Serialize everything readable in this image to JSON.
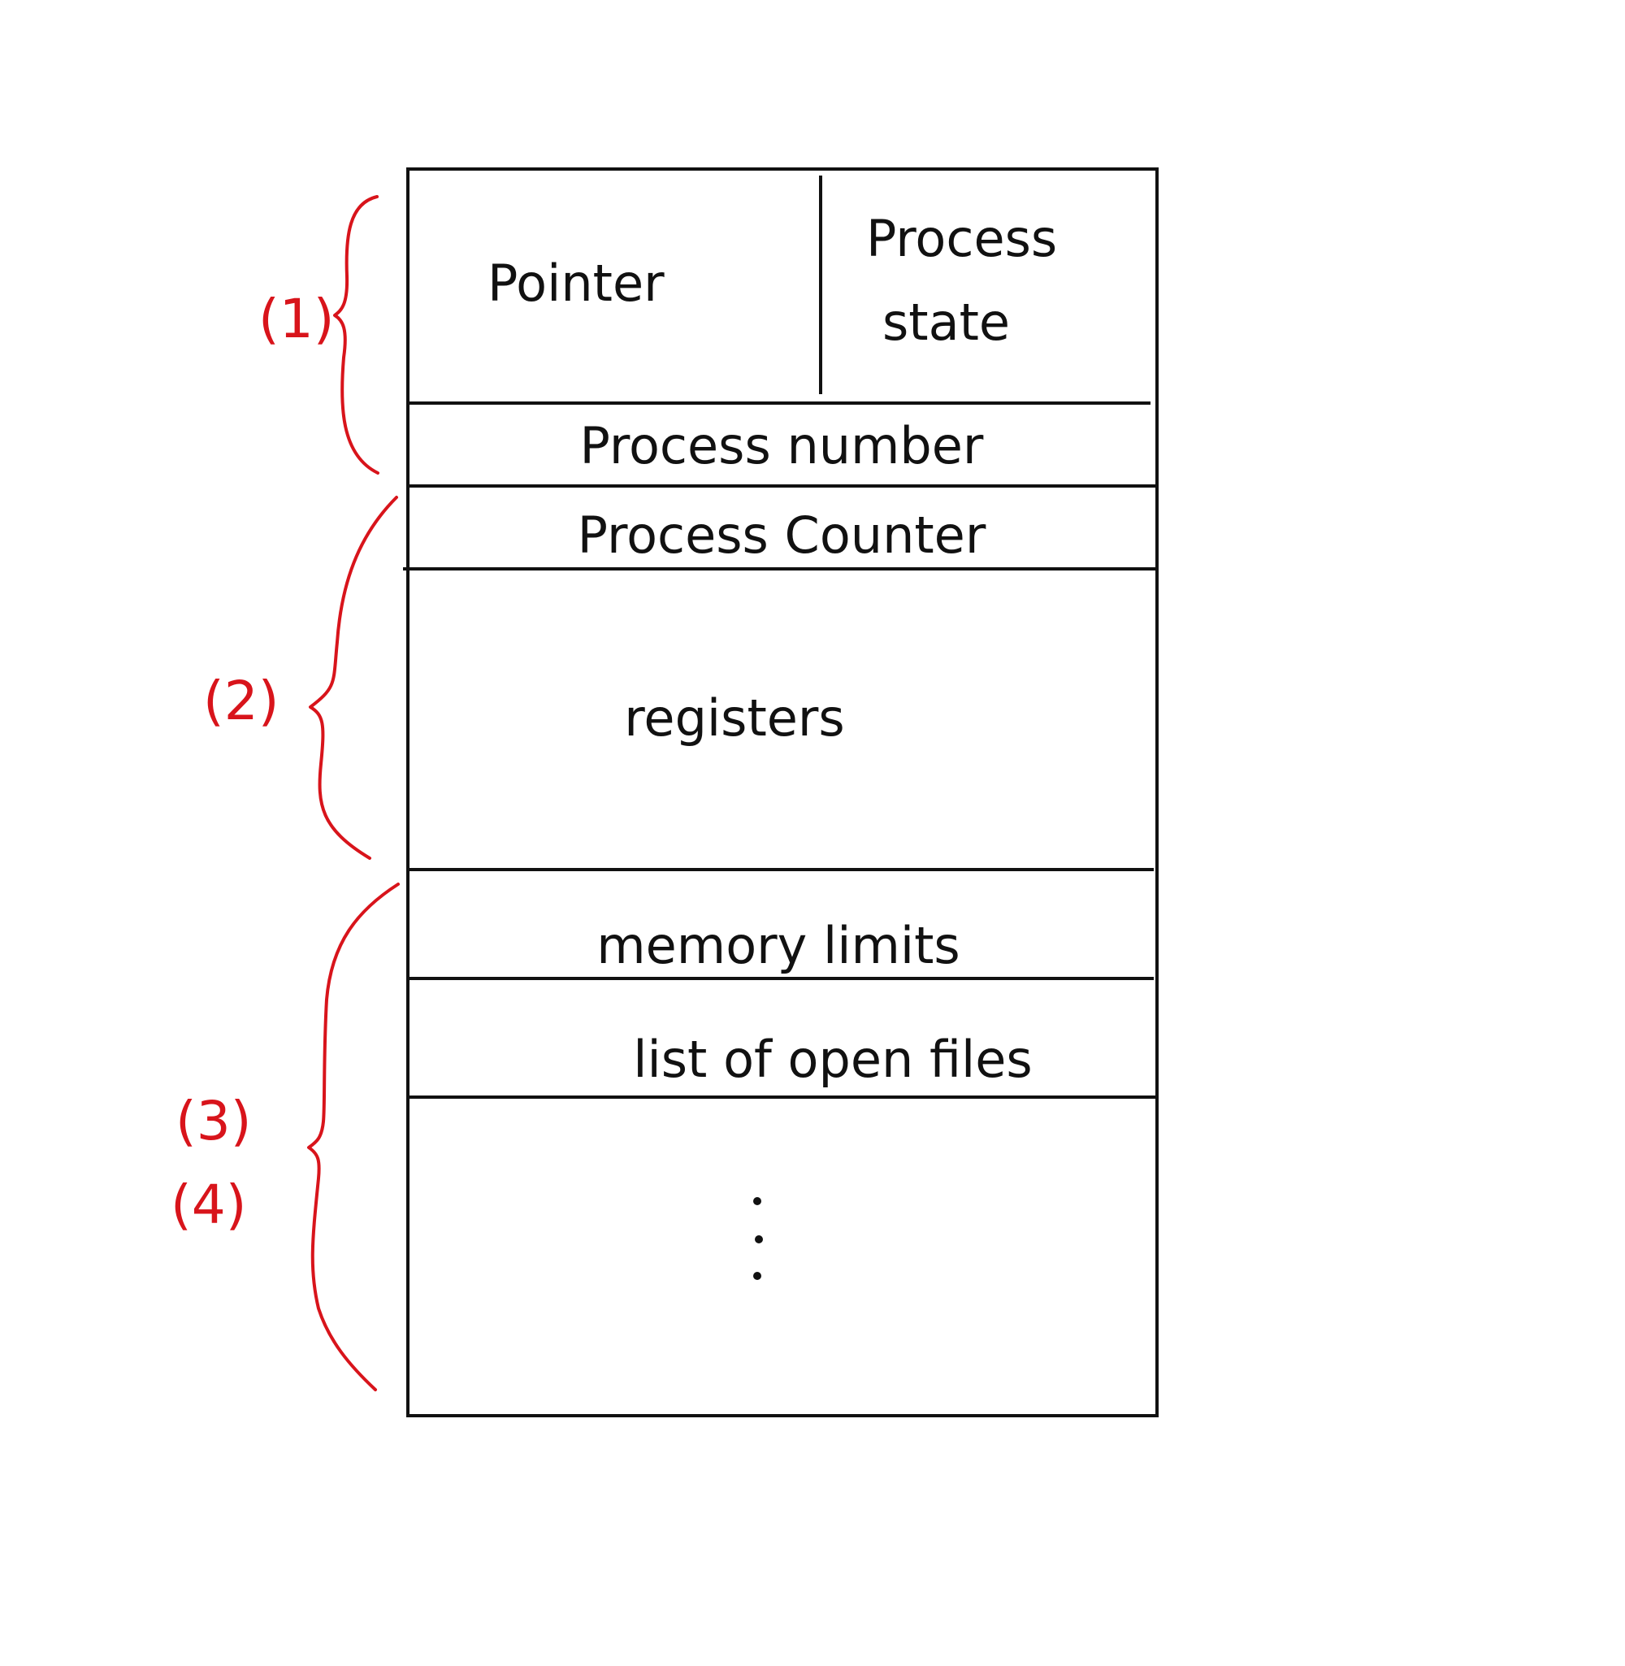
{
  "pcb": {
    "cells": {
      "pointer": "Pointer",
      "process_state_line1": "Process",
      "process_state_line2": "state",
      "process_number": "Process number",
      "process_counter": "Process Counter",
      "registers": "registers",
      "memory_limits": "memory limits",
      "open_files": "list of open files"
    }
  },
  "markers": {
    "group1": "(1)",
    "group2": "(2)",
    "group3": "(3)",
    "group4": "(4)"
  },
  "colors": {
    "box_stroke": "#111111",
    "annotation": "#d8141b"
  }
}
